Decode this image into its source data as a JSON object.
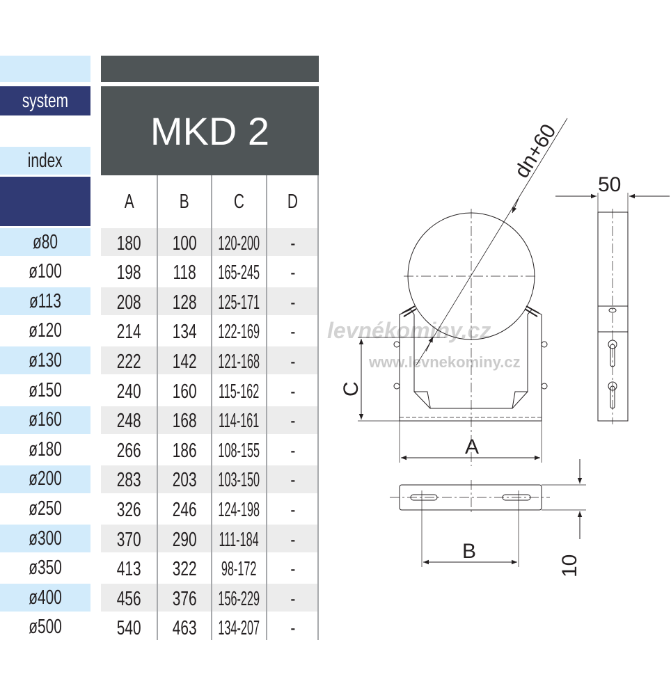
{
  "left_labels": {
    "system": "system",
    "index": "index"
  },
  "product": {
    "title": "MKD 2"
  },
  "table": {
    "columns": [
      "A",
      "B",
      "C",
      "D"
    ],
    "rows": [
      {
        "dn": "ø80",
        "A": "180",
        "B": "100",
        "C": "120-200",
        "D": "-"
      },
      {
        "dn": "ø100",
        "A": "198",
        "B": "118",
        "C": "165-245",
        "D": "-"
      },
      {
        "dn": "ø113",
        "A": "208",
        "B": "128",
        "C": "125-171",
        "D": "-"
      },
      {
        "dn": "ø120",
        "A": "214",
        "B": "134",
        "C": "122-169",
        "D": "-"
      },
      {
        "dn": "ø130",
        "A": "222",
        "B": "142",
        "C": "121-168",
        "D": "-"
      },
      {
        "dn": "ø150",
        "A": "240",
        "B": "160",
        "C": "115-162",
        "D": "-"
      },
      {
        "dn": "ø160",
        "A": "248",
        "B": "168",
        "C": "114-161",
        "D": "-"
      },
      {
        "dn": "ø180",
        "A": "266",
        "B": "186",
        "C": "108-155",
        "D": "-"
      },
      {
        "dn": "ø200",
        "A": "283",
        "B": "203",
        "C": "103-150",
        "D": "-"
      },
      {
        "dn": "ø250",
        "A": "326",
        "B": "246",
        "C": "124-198",
        "D": "-"
      },
      {
        "dn": "ø300",
        "A": "370",
        "B": "290",
        "C": "111-184",
        "D": "-"
      },
      {
        "dn": "ø350",
        "A": "413",
        "B": "322",
        "C": "98-172",
        "D": "-"
      },
      {
        "dn": "ø400",
        "A": "456",
        "B": "376",
        "C": "156-229",
        "D": "-"
      },
      {
        "dn": "ø500",
        "A": "540",
        "B": "463",
        "C": "134-207",
        "D": "-"
      }
    ]
  },
  "drawing": {
    "dim_diameter": "dn+60",
    "dim_width": "50",
    "dim_A": "A",
    "dim_B": "B",
    "dim_C": "C",
    "dim_thickness": "10"
  },
  "watermark": {
    "line1": "levnékominy.cz",
    "line2": "www.levnekominy.cz"
  },
  "colors": {
    "navy": "#303a74",
    "light_blue": "#d2ebfb",
    "dark_gray": "#4f5557",
    "row_gray": "#ececec"
  }
}
